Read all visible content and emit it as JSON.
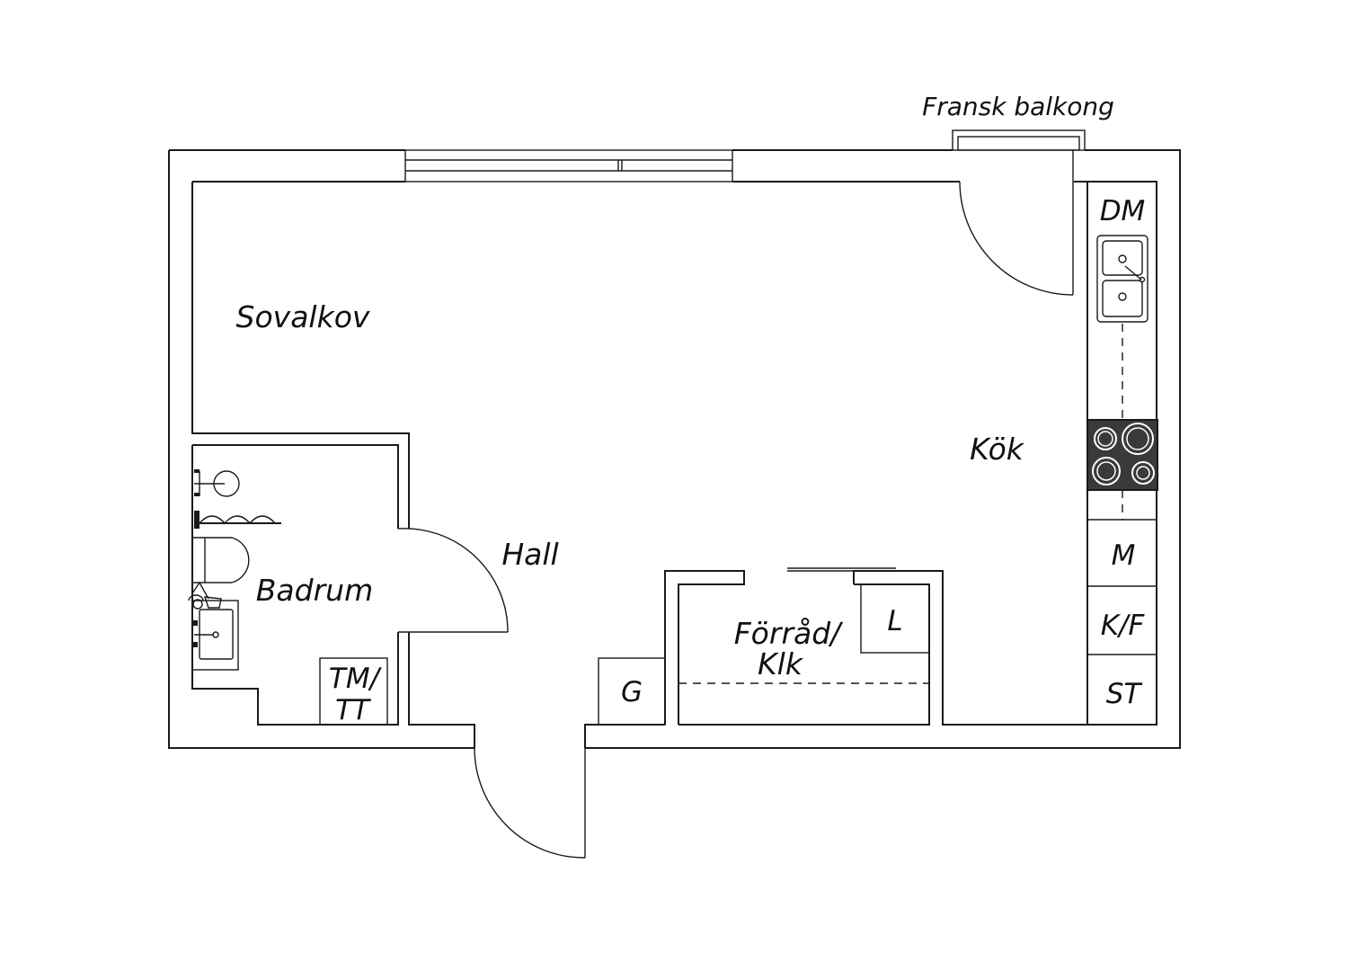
{
  "labels": {
    "balcony": "Fransk balkong",
    "bedroom_alcove": "Sovalkov",
    "kitchen": "Kök",
    "hall": "Hall",
    "bathroom": "Badrum",
    "storage_line1": "Förråd/",
    "storage_line2": "Klk",
    "wardrobe_l": "L",
    "wardrobe_g": "G",
    "washer_line1": "TM/",
    "washer_line2": "TT",
    "dishwasher": "DM",
    "microwave": "M",
    "fridge_freezer": "K/F",
    "stove": "ST"
  },
  "colors": {
    "line": "#1a1a1a",
    "stove_fill": "#3a3a3a",
    "background": "#ffffff"
  }
}
